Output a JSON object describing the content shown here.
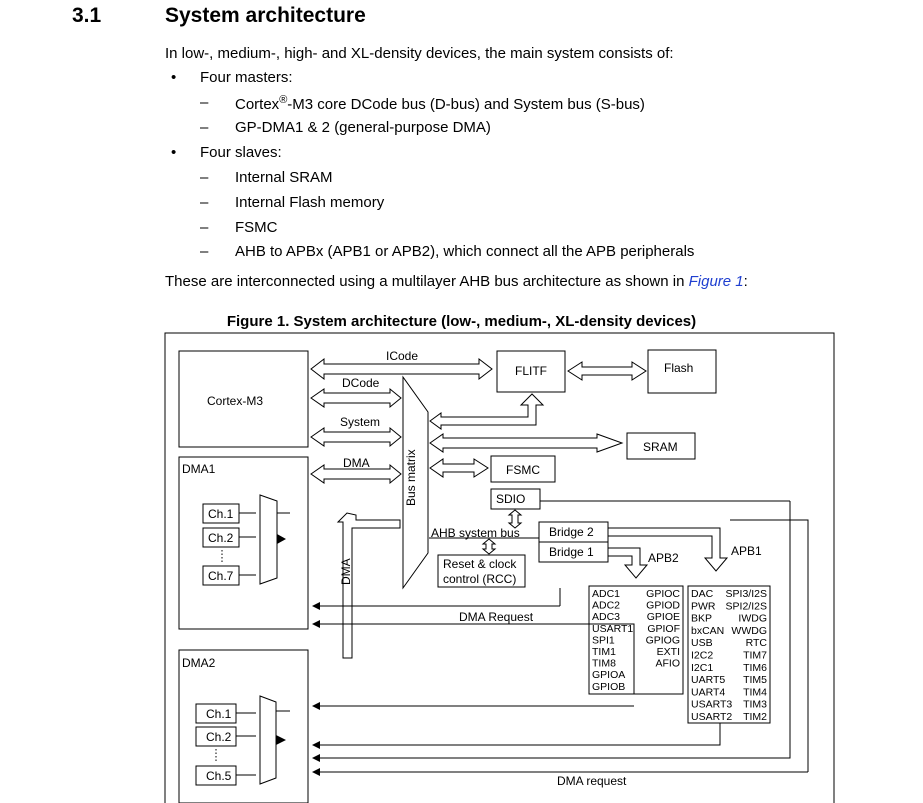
{
  "section": {
    "number": "3.1",
    "title": "System architecture"
  },
  "intro": "In low-, medium-, high- and XL-density devices, the main system consists of:",
  "list": {
    "masters_label": "Four masters:",
    "m1_a": "Cortex",
    "m1_sup": "®",
    "m1_b": "-M3 core DCode bus (D-bus) and System bus (S-bus)",
    "m2": "GP-DMA1 & 2 (general-purpose DMA)",
    "slaves_label": "Four slaves:",
    "s1": "Internal SRAM",
    "s2": "Internal Flash memory",
    "s3": "FSMC",
    "s4": "AHB to APBx (APB1 or APB2), which connect all the APB peripherals",
    "bullet": "•",
    "dash": "–"
  },
  "outro": {
    "text": "These are interconnected using a multilayer AHB bus architecture as shown in ",
    "link": "Figure 1",
    "end": ":"
  },
  "figure": {
    "title": "Figure 1. System architecture (low-, medium-, XL-density devices)",
    "cortex": "Cortex-M3",
    "dma1": "DMA1",
    "dma2": "DMA2",
    "icode": "ICode",
    "dcode": "DCode",
    "system": "System",
    "dma_bus": "DMA",
    "dma_vertical": "DMA",
    "flitf": "FLITF",
    "flash": "Flash",
    "sram": "SRAM",
    "fsmc": "FSMC",
    "sdio": "SDIO",
    "bus_matrix": "Bus matrix",
    "ahb_system_bus": "AHB system bus",
    "bridge2": "Bridge  2",
    "bridge1": "Bridge  1",
    "rcc_line1": "Reset & clock",
    "rcc_line2": "control (RCC)",
    "apb2": "APB2",
    "apb1": "APB1",
    "dma_request_upper": "DMA Request",
    "dma_request_lower": "DMA request",
    "dma1_channels": [
      "Ch.1",
      "Ch.2",
      "Ch.7"
    ],
    "dma2_channels": [
      "Ch.1",
      "Ch.2",
      "Ch.5"
    ],
    "apb2_left": [
      "ADC1",
      "ADC2",
      "ADC3",
      "USART1",
      "SPI1",
      "TIM1",
      "TIM8",
      "GPIOA",
      "GPIOB"
    ],
    "apb2_right": [
      "GPIOC",
      "GPIOD",
      "GPIOE",
      "GPIOF",
      "GPIOG",
      "EXTI",
      "AFIO"
    ],
    "apb1_left": [
      "DAC",
      "PWR",
      "BKP",
      "bxCAN",
      "USB",
      "I2C2",
      "I2C1",
      "UART5",
      "UART4",
      "USART3",
      "USART2"
    ],
    "apb1_right": [
      "SPI3/I2S",
      "SPI2/I2S",
      "IWDG",
      "WWDG",
      "RTC",
      "TIM7",
      "TIM6",
      "TIM5",
      "TIM4",
      "TIM3",
      "TIM2"
    ]
  }
}
